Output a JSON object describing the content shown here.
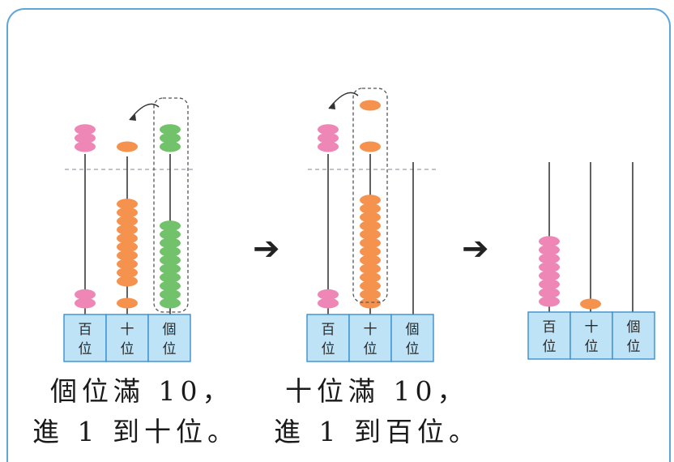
{
  "figure": {
    "place_labels": {
      "hundreds": [
        "百",
        "位"
      ],
      "tens": [
        "十",
        "位"
      ],
      "ones": [
        "個",
        "位"
      ]
    },
    "colors": {
      "hundreds_bead": "#ee86b6",
      "tens_bead": "#f5924e",
      "ones_bead": "#72c16b",
      "base_fill": "#bfe3f6",
      "base_stroke": "#3a8fce",
      "frame": "#5ea6d8"
    },
    "arrow_glyph": "➔",
    "panels": [
      {
        "beads_lower": {
          "hundreds": 2,
          "tens": 11,
          "ones": 10
        },
        "beads_moved_up": {
          "hundreds": 3,
          "tens": 1,
          "ones": 3
        },
        "caption_line1": "個位滿 10，",
        "caption_line2": "進 1 到十位。"
      },
      {
        "beads_lower": {
          "hundreds": 2,
          "tens": 13,
          "ones": 0
        },
        "beads_moved_up": {
          "hundreds": 3,
          "tens": 2,
          "ones": 0
        },
        "caption_line1": "十位滿 10，",
        "caption_line2": "進 1 到百位。"
      },
      {
        "beads_lower": {
          "hundreds": 8,
          "tens": 1,
          "ones": 0
        }
      }
    ]
  }
}
